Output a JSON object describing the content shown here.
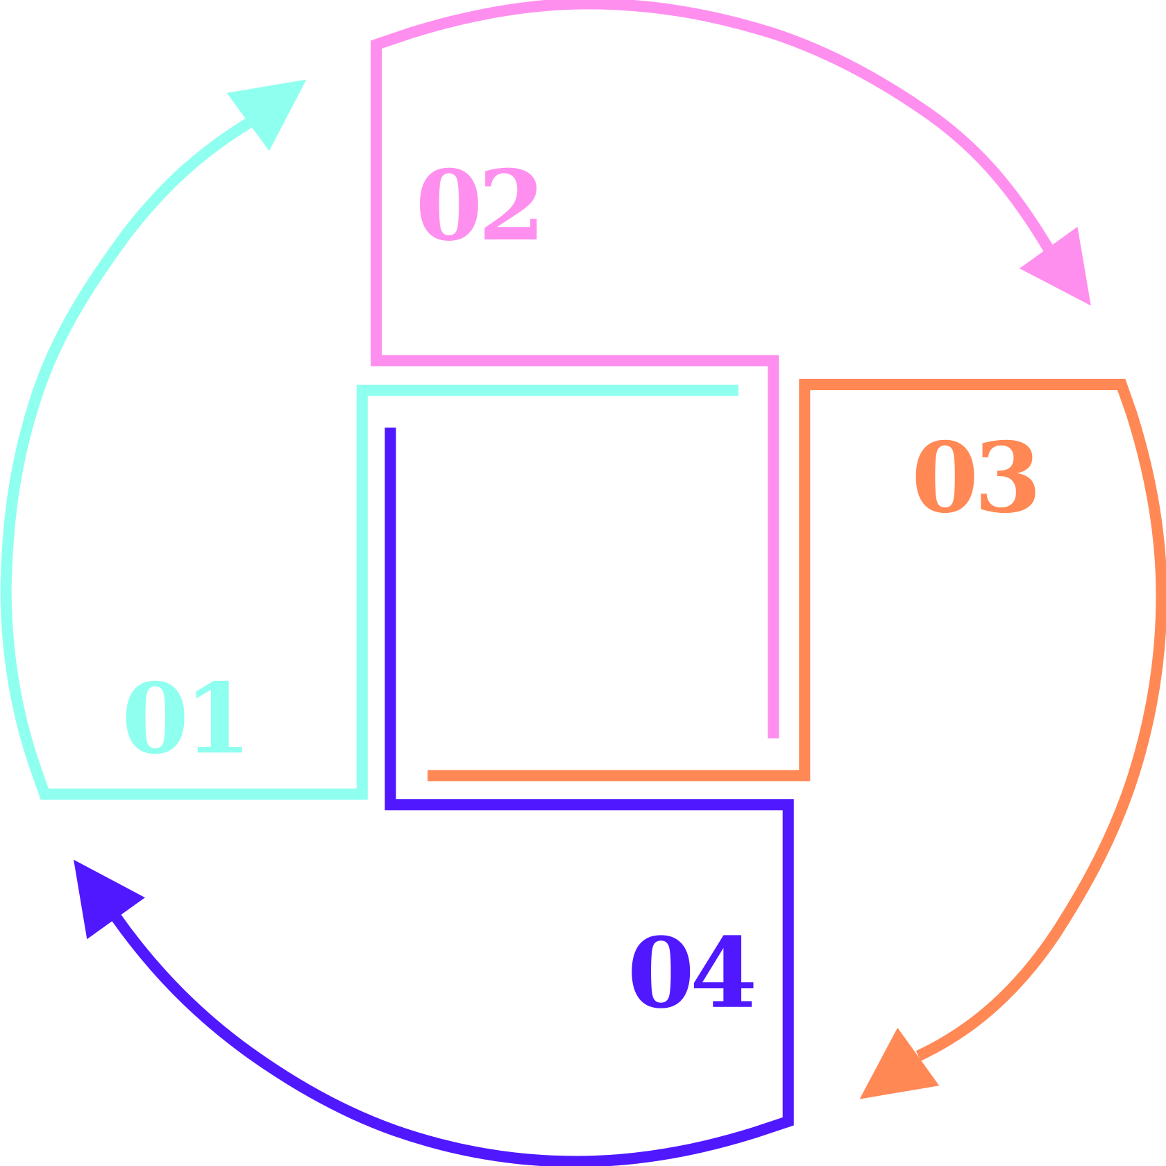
{
  "steps": [
    {
      "label": "01",
      "color": "#8FFFEF"
    },
    {
      "label": "02",
      "color": "#FF8FEF"
    },
    {
      "label": "03",
      "color": "#FF8855"
    },
    {
      "label": "04",
      "color": "#5018FF"
    }
  ]
}
